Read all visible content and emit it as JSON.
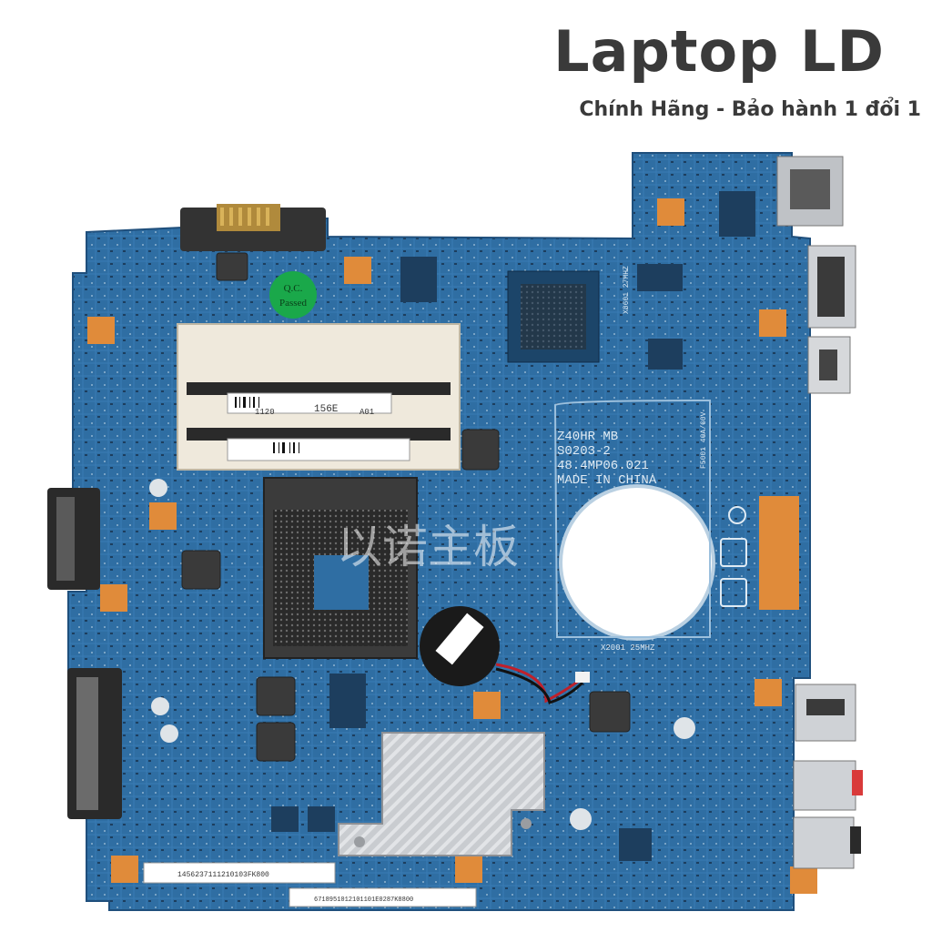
{
  "header": {
    "brand_title": "Laptop LD",
    "brand_subtitle": "Chính Hãng - Bảo hành 1 đổi 1"
  },
  "board": {
    "model_line1": "Z40HR MB",
    "model_line2": "S0203-2",
    "model_line3": "48.4MP06.021",
    "model_line4": "MADE IN CHINA",
    "qc_sticker_line1": "Q.C.",
    "qc_sticker_line2": "Passed",
    "watermark": "以诺主板",
    "ram_label_codes": [
      "1120",
      "156E",
      "A01"
    ],
    "crystal_label": "X2001 25MHZ",
    "fuse_label": "F5001 40A/60V",
    "pcb_code": "X8601 27MHZ",
    "serial_1": "1456237111210103FK800",
    "serial_2": "6718951012101101E0287K8800"
  },
  "colors": {
    "pcb": "#2f6ea3",
    "pcb_dark": "#1f4f7c",
    "copper_pad": "#e08b3a",
    "heatsink": "#c9ccd0",
    "text_dark": "#3a3a3a"
  }
}
